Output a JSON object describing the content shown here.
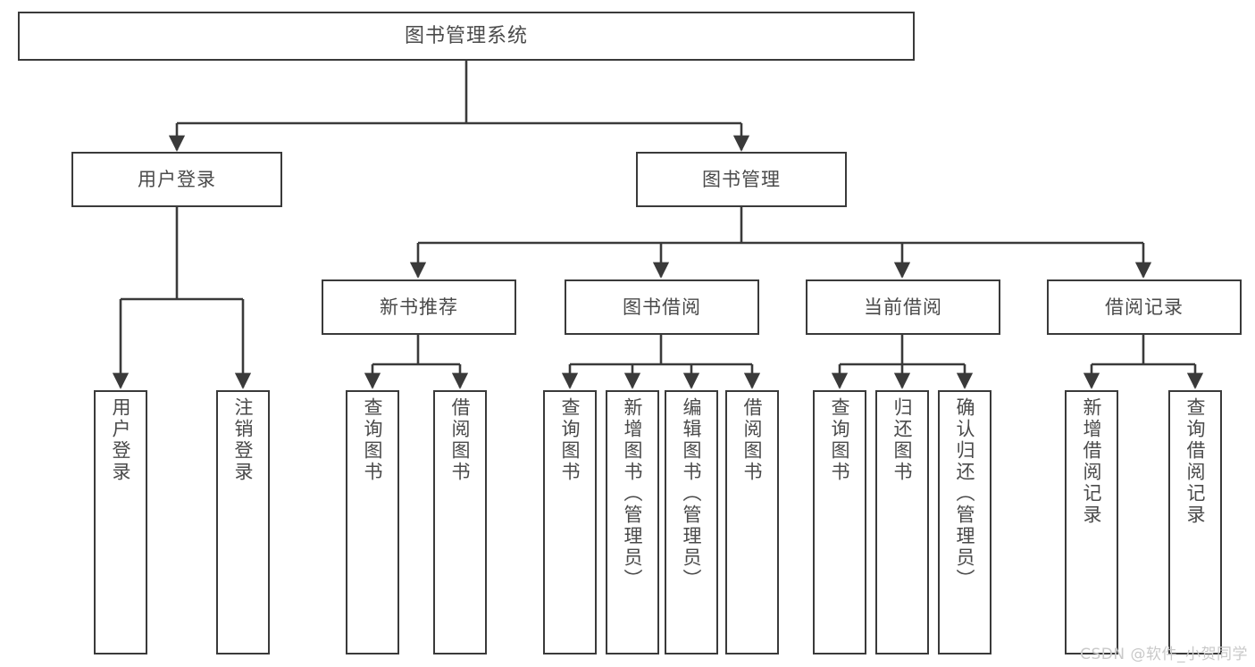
{
  "diagram": {
    "type": "tree-hierarchy-flowchart",
    "title": "图书管理系统",
    "colors": {
      "box_border": "#3a3a3a",
      "box_fill": "#ffffff",
      "text": "#4a4a4a",
      "connector": "#3a3a3a",
      "watermark": "#c9c9c9",
      "background": "#ffffff"
    },
    "root": {
      "id": "root",
      "label": "图书管理系统"
    },
    "level2": [
      {
        "id": "user-login",
        "label": "用户登录"
      },
      {
        "id": "book-manage",
        "label": "图书管理"
      }
    ],
    "level3": [
      {
        "id": "new-book-recommend",
        "label": "新书推荐",
        "parent": "book-manage"
      },
      {
        "id": "book-borrow",
        "label": "图书借阅",
        "parent": "book-manage"
      },
      {
        "id": "current-borrow",
        "label": "当前借阅",
        "parent": "book-manage"
      },
      {
        "id": "borrow-record",
        "label": "借阅记录",
        "parent": "book-manage"
      }
    ],
    "leaves": {
      "user-login": [
        {
          "id": "leaf-user-login",
          "label": "用户登录"
        },
        {
          "id": "leaf-user-logout",
          "label": "注销登录"
        }
      ],
      "new-book-recommend": [
        {
          "id": "leaf-query-book-1",
          "label": "查询图书"
        },
        {
          "id": "leaf-borrow-book-1",
          "label": "借阅图书"
        }
      ],
      "book-borrow": [
        {
          "id": "leaf-query-book-2",
          "label": "查询图书"
        },
        {
          "id": "leaf-add-book",
          "label": "新增图书（管理员）"
        },
        {
          "id": "leaf-edit-book",
          "label": "编辑图书（管理员）"
        },
        {
          "id": "leaf-borrow-book-2",
          "label": "借阅图书"
        }
      ],
      "current-borrow": [
        {
          "id": "leaf-query-book-3",
          "label": "查询图书"
        },
        {
          "id": "leaf-return-book",
          "label": "归还图书"
        },
        {
          "id": "leaf-confirm-return",
          "label": "确认归还（管理员）"
        }
      ],
      "borrow-record": [
        {
          "id": "leaf-add-record",
          "label": "新增借阅记录"
        },
        {
          "id": "leaf-query-record",
          "label": "查询借阅记录"
        }
      ]
    }
  },
  "watermark": {
    "text": "CSDN @软件_小贺同学"
  }
}
